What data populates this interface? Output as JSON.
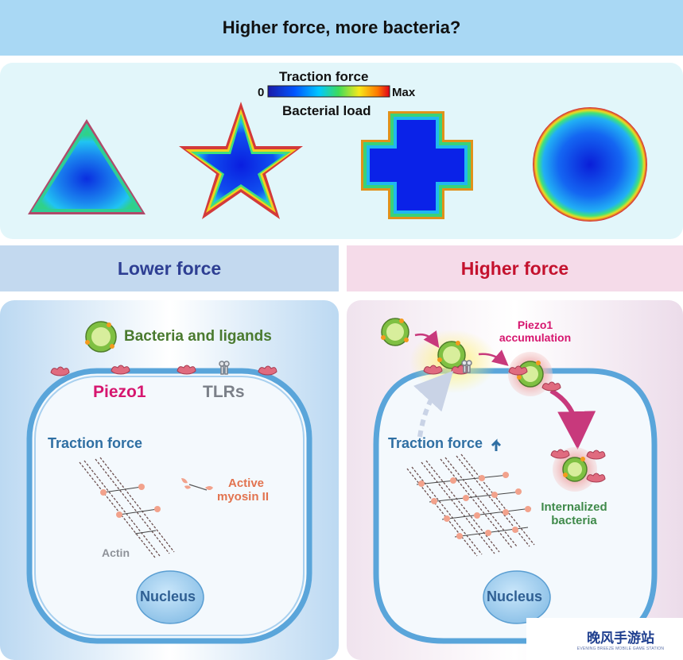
{
  "title": "Higher force, more bacteria?",
  "colorbar": {
    "top_label": "Traction force",
    "min_label": "0",
    "max_label": "Max",
    "bottom_label": "Bacterial load"
  },
  "shapes": [
    "triangle",
    "star",
    "cross",
    "circle"
  ],
  "left_panel": {
    "header": "Lower force",
    "bacteria_label": "Bacteria and ligands",
    "piezo_label": "Piezo1",
    "tlr_label": "TLRs",
    "traction_label": "Traction force",
    "myosin_label_line1": "Active",
    "myosin_label_line2": "myosin II",
    "actin_label": "Actin",
    "nucleus_label": "Nucleus"
  },
  "right_panel": {
    "header": "Higher force",
    "piezo_accum_line1": "Piezo1",
    "piezo_accum_line2": "accumulation",
    "traction_label": "Traction force",
    "internalized_line1": "Internalized",
    "internalized_line2": "bacteria",
    "nucleus_label": "Nucleus"
  },
  "watermark": {
    "text": "晚风手游站",
    "subtext": "EVENING BREEZE MOBILE GAME STATION"
  },
  "colors": {
    "title_bg": "#a9d8f4",
    "shape_panel_bg": "#e2f6fa",
    "left_header_bg": "#c3d9ef",
    "right_header_bg": "#f5dbe9",
    "lower_force_text": "#2e3f93",
    "higher_force_text": "#c4122e",
    "piezo_text": "#d6166f",
    "bacteria_text": "#4a7a2f",
    "traction_text": "#2f6fa3",
    "myosin_text": "#e2734f",
    "membrane": "#5aa5da"
  }
}
